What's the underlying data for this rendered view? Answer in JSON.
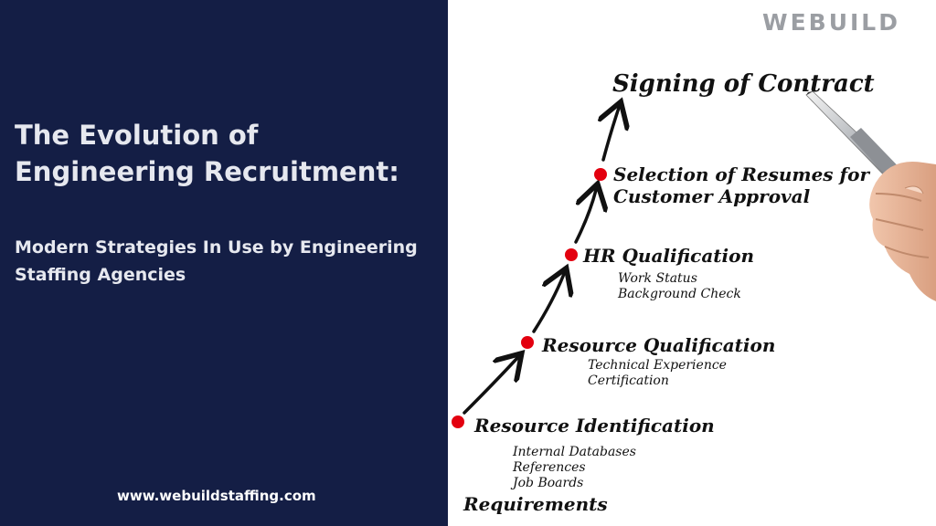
{
  "left": {
    "title_line1": "The Evolution of",
    "title_line2": "Engineering Recruitment:",
    "subtitle_line1": "Modern Strategies In Use by Engineering",
    "subtitle_line2": "Staffing Agencies",
    "website": "www.webuildstaffing.com"
  },
  "logo": "WEBUILD",
  "steps": {
    "final": "Signing of Contract",
    "selection_line1": "Selection of Resumes for",
    "selection_line2": "Customer Approval",
    "hr": "HR Qualification",
    "hr_sub1": "Work Status",
    "hr_sub2": "Background Check",
    "resource_qual": "Resource Qualification",
    "resource_qual_sub1": "Technical Experience",
    "resource_qual_sub2": "Certification",
    "resource_id": "Resource Identification",
    "resource_id_sub1": "Internal Databases",
    "resource_id_sub2": "References",
    "resource_id_sub3": "Job Boards",
    "requirements": "Requirements"
  },
  "colors": {
    "panel": "#141e45",
    "dot": "#e3000f",
    "logo": "#9b9ea3"
  }
}
